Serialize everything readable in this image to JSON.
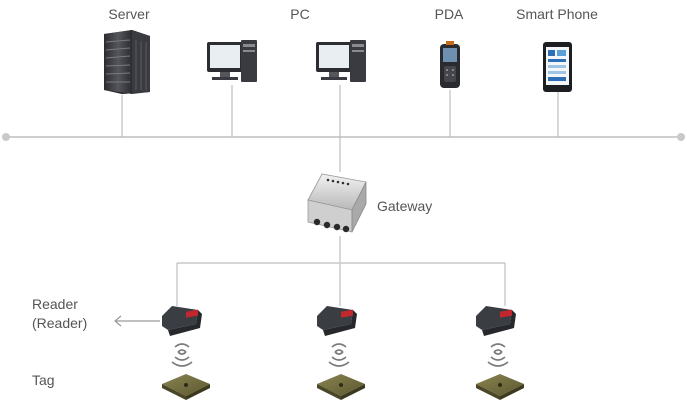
{
  "top_devices": {
    "server": "Server",
    "pc": "PC",
    "pda": "PDA",
    "smart_phone": "Smart Phone"
  },
  "gateway": "Gateway",
  "reader": {
    "line1": "Reader",
    "line2": "(Reader)"
  },
  "tag": "Tag",
  "colors": {
    "line": "#bdbdbd",
    "node": "#c9c9c9",
    "label": "#555555",
    "tag_pad": "#6b6637",
    "reader_body": "#3a3d42",
    "reader_accent": "#c1272d"
  }
}
